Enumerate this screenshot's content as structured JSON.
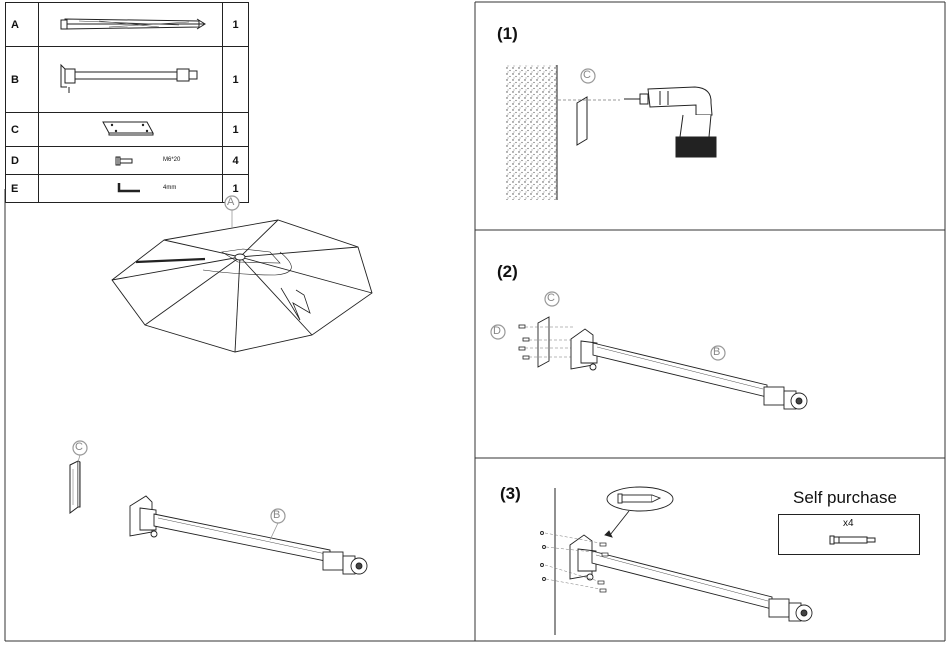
{
  "parts": [
    {
      "code": "A",
      "qty": "1",
      "spec": ""
    },
    {
      "code": "B",
      "qty": "1",
      "spec": ""
    },
    {
      "code": "C",
      "qty": "1",
      "spec": ""
    },
    {
      "code": "D",
      "qty": "4",
      "spec": "M6*20"
    },
    {
      "code": "E",
      "qty": "1",
      "spec": "4mm"
    }
  ],
  "callouts": {
    "a": "A",
    "b": "B",
    "c": "C",
    "d": "D"
  },
  "steps": [
    {
      "label": "(1)"
    },
    {
      "label": "(2)"
    },
    {
      "label": "(3)"
    }
  ],
  "self_purchase": {
    "title": "Self purchase",
    "quantity": "x4"
  }
}
